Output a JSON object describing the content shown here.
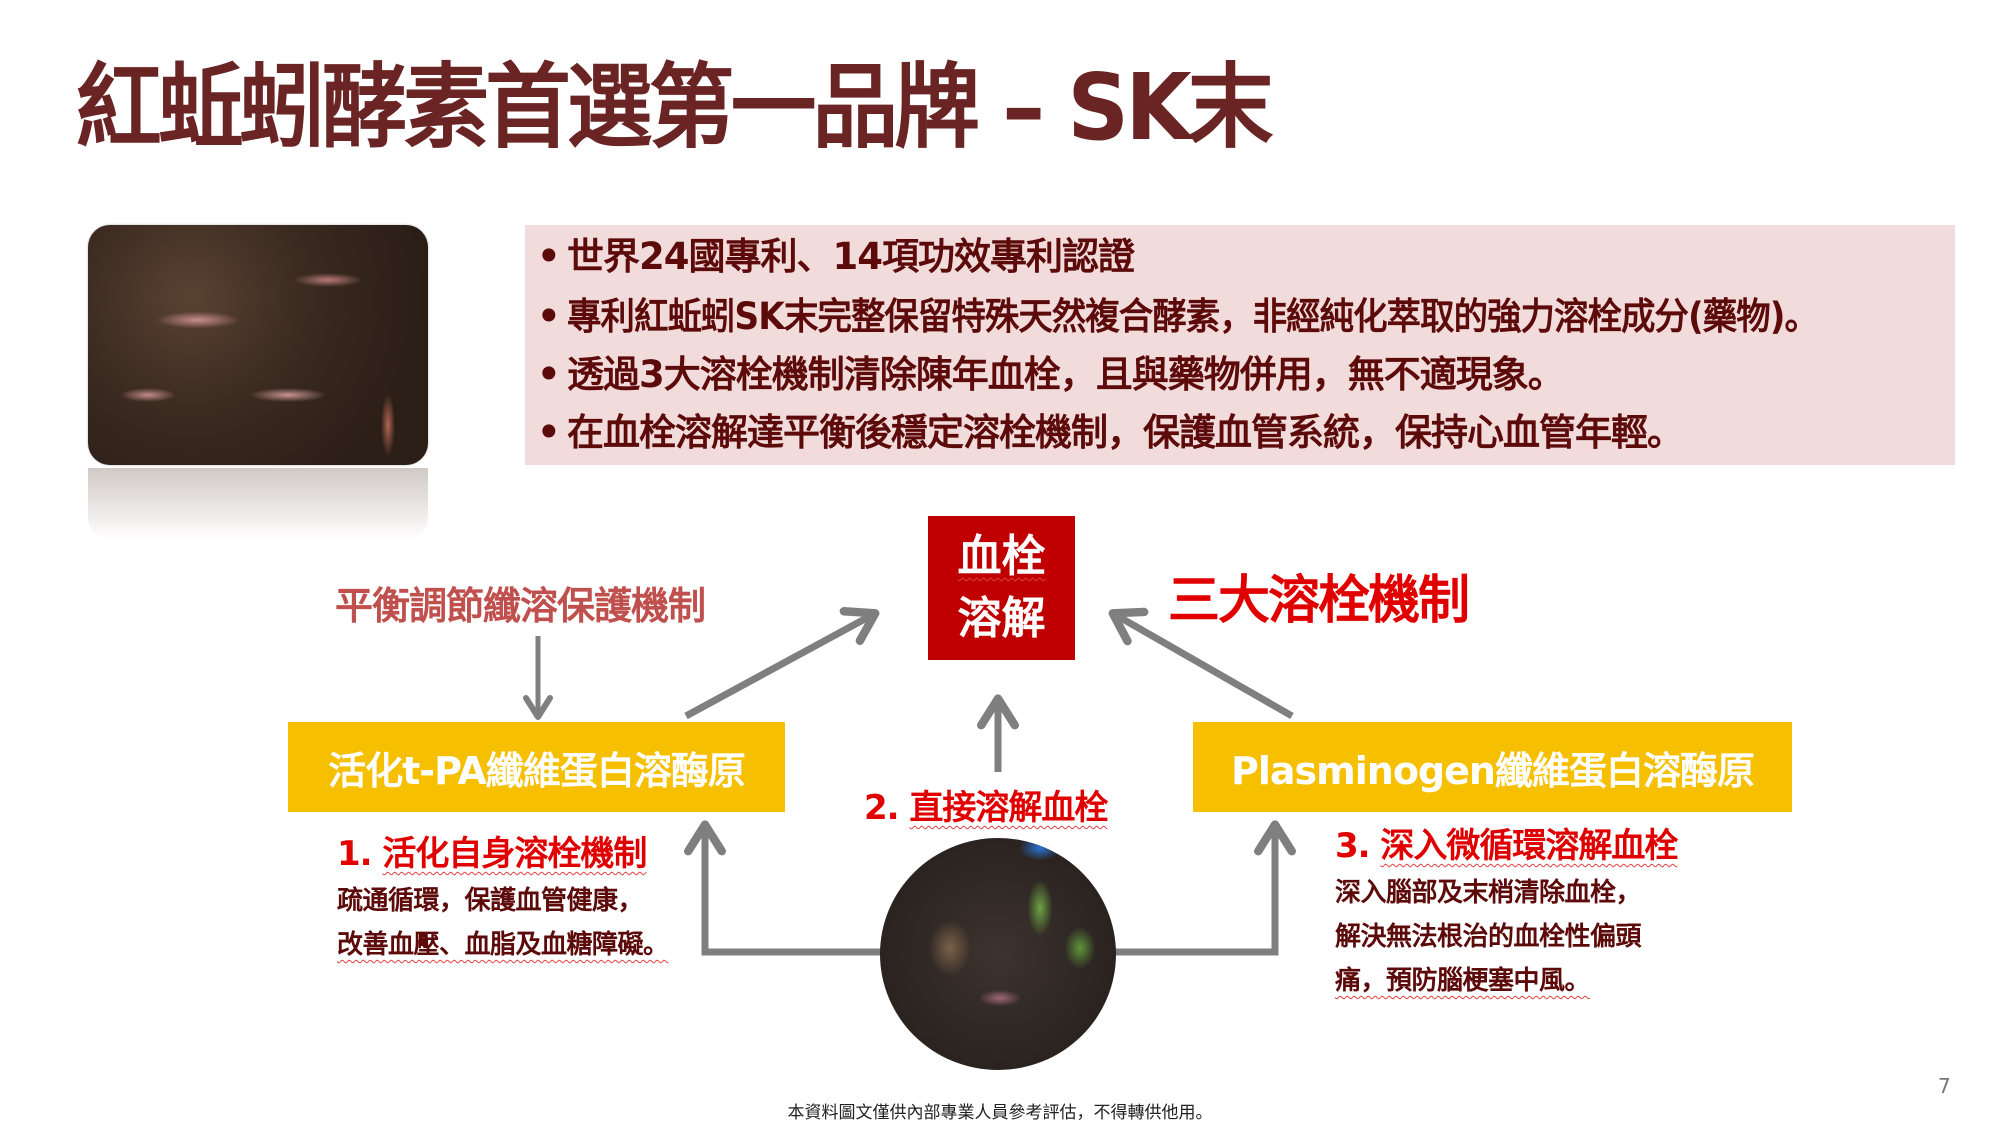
{
  "slide": {
    "title": "紅蚯蚓酵素首選第一品牌 – SK末",
    "page_number": "7",
    "footer_note": "本資料圖文僅供內部專業人員參考評估，不得轉供他用。"
  },
  "highlights": {
    "bullet_glyph": "•",
    "items": [
      "世界24國專利、14項功效專利認證",
      "專利紅蚯蚓SK末完整保留特殊天然複合酵素，非經純化萃取的強力溶栓成分(藥物)。",
      "透過3大溶栓機制清除陳年血栓，且與藥物併用，無不適現象。",
      "在血栓溶解達平衡後穩定溶栓機制，保護血管系統，保持心血管年輕。"
    ],
    "background_color": "#f2dcdb"
  },
  "images": {
    "top_photo": "earthworms-in-soil-photo",
    "center_photo": "earthworm-and-seedling-in-soil-photo"
  },
  "diagram": {
    "center_box": {
      "line1": "血栓",
      "line2": "溶解",
      "color": "#c00000"
    },
    "heading": "三大溶栓機制",
    "balance_label": "平衡調節纖溶保護機制",
    "left_box": "活化t-PA纖維蛋白溶酶原",
    "right_box": "Plasminogen纖維蛋白溶酶原",
    "box_color": "#f6bf00",
    "arrow_color": "#7f7f7f",
    "mechanisms": [
      {
        "number": "1.",
        "title": "活化自身溶栓機制",
        "desc": [
          "疏通循環，保護血管健康，",
          "改善血壓、血脂及血糖障礙。"
        ]
      },
      {
        "number": "2.",
        "title": "直接溶解血栓",
        "desc": []
      },
      {
        "number": "3.",
        "title": "深入微循環溶解血栓",
        "desc": [
          "深入腦部及末梢清除血栓，",
          "解決無法根治的血栓性偏頭",
          "痛，預防腦梗塞中風。"
        ]
      }
    ]
  }
}
